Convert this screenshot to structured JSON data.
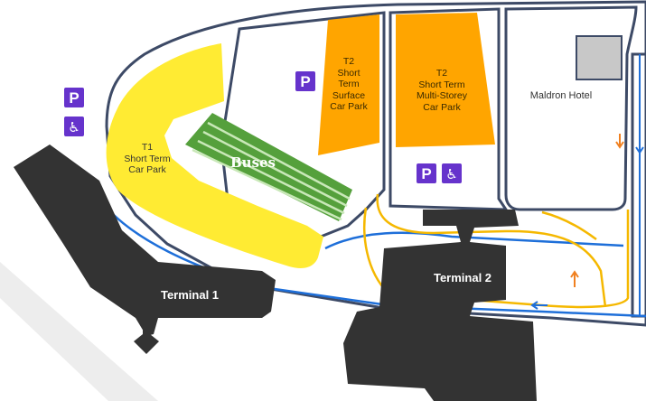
{
  "labels": {
    "t1_car_park": [
      "T1",
      "Short Term",
      "Car Park"
    ],
    "t2_surface_car_park": [
      "T2",
      "Short",
      "Term",
      "Surface",
      "Car Park"
    ],
    "t2_multistorey_car_park": [
      "T2",
      "Short Term",
      "Multi-Storey",
      "Car Park"
    ],
    "buses": "Buses",
    "terminal_1": "Terminal 1",
    "terminal_2": "Terminal 2",
    "maldron_hotel": "Maldron Hotel"
  },
  "signs": {
    "parking_letter": "P",
    "accessible_glyph": "♿"
  },
  "icons": [
    "parking-sign-icon",
    "accessible-parking-icon",
    "arrow-down-icon",
    "arrow-up-icon",
    "arrow-left-icon"
  ],
  "colors": {
    "terminal": "#333333",
    "t1_car_park": "#ffeb33",
    "t2_car_parks": "#ffa500",
    "bus_area": "#55a03c",
    "road_outline": "#3d4a66",
    "blue_route": "#1e6fd9",
    "yellow_route": "#f5b800",
    "orange_arrow": "#f08020",
    "sign": "#6633cc"
  }
}
